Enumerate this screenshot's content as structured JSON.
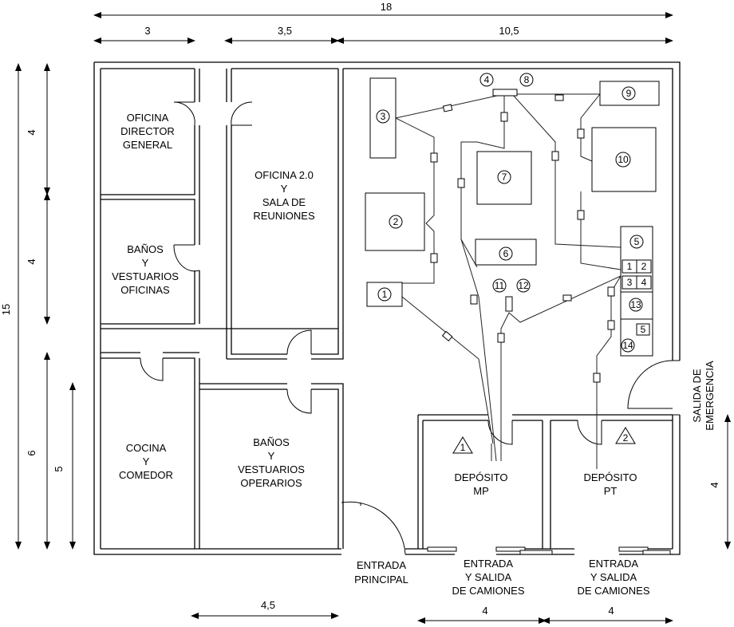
{
  "dimensions": {
    "top_total": "18",
    "top_segments": [
      "3",
      "3,5",
      "10,5"
    ],
    "left_segments": [
      "4",
      "4",
      "6"
    ],
    "left_total": "15",
    "left_extra": "5",
    "right_bottom": "4",
    "bottom_left": "4,5",
    "bottom_right_a": "4",
    "bottom_right_b": "4"
  },
  "rooms": {
    "oficina_director": [
      "OFICINA",
      "DIRECTOR",
      "GENERAL"
    ],
    "oficina_2": [
      "OFICINA 2.0",
      "Y",
      "SALA DE",
      "REUNIONES"
    ],
    "banos_oficinas": [
      "BAÑOS",
      "Y",
      "VESTUARIOS",
      "OFICINAS"
    ],
    "cocina": [
      "COCINA",
      "Y",
      "COMEDOR"
    ],
    "banos_operarios": [
      "BAÑOS",
      "Y",
      "VESTUARIOS",
      "OPERARIOS"
    ],
    "deposito_mp": [
      "DEPÓSITO",
      "MP"
    ],
    "deposito_pt": [
      "DEPÓSITO",
      "PT"
    ]
  },
  "entrances": {
    "principal": [
      "ENTRADA",
      "PRINCIPAL"
    ],
    "camiones_1": [
      "ENTRADA",
      "Y SALIDA",
      "DE CAMIONES"
    ],
    "camiones_2": [
      "ENTRADA",
      "Y SALIDA",
      "DE CAMIONES"
    ],
    "emergencia": [
      "SALIDA DE",
      "EMERGENCIA"
    ]
  },
  "machines": {
    "m1": "1",
    "m2": "2",
    "m3": "3",
    "m4": "4",
    "m5": "5",
    "m6": "6",
    "m7": "7",
    "m8": "8",
    "m9": "9",
    "m10": "10",
    "m11": "11",
    "m12": "12",
    "m13": "13",
    "m14": "14",
    "sub1": "1",
    "sub2": "2",
    "sub3": "3",
    "sub4": "4",
    "sub5": "5",
    "tri1": "1",
    "tri2": "2"
  }
}
